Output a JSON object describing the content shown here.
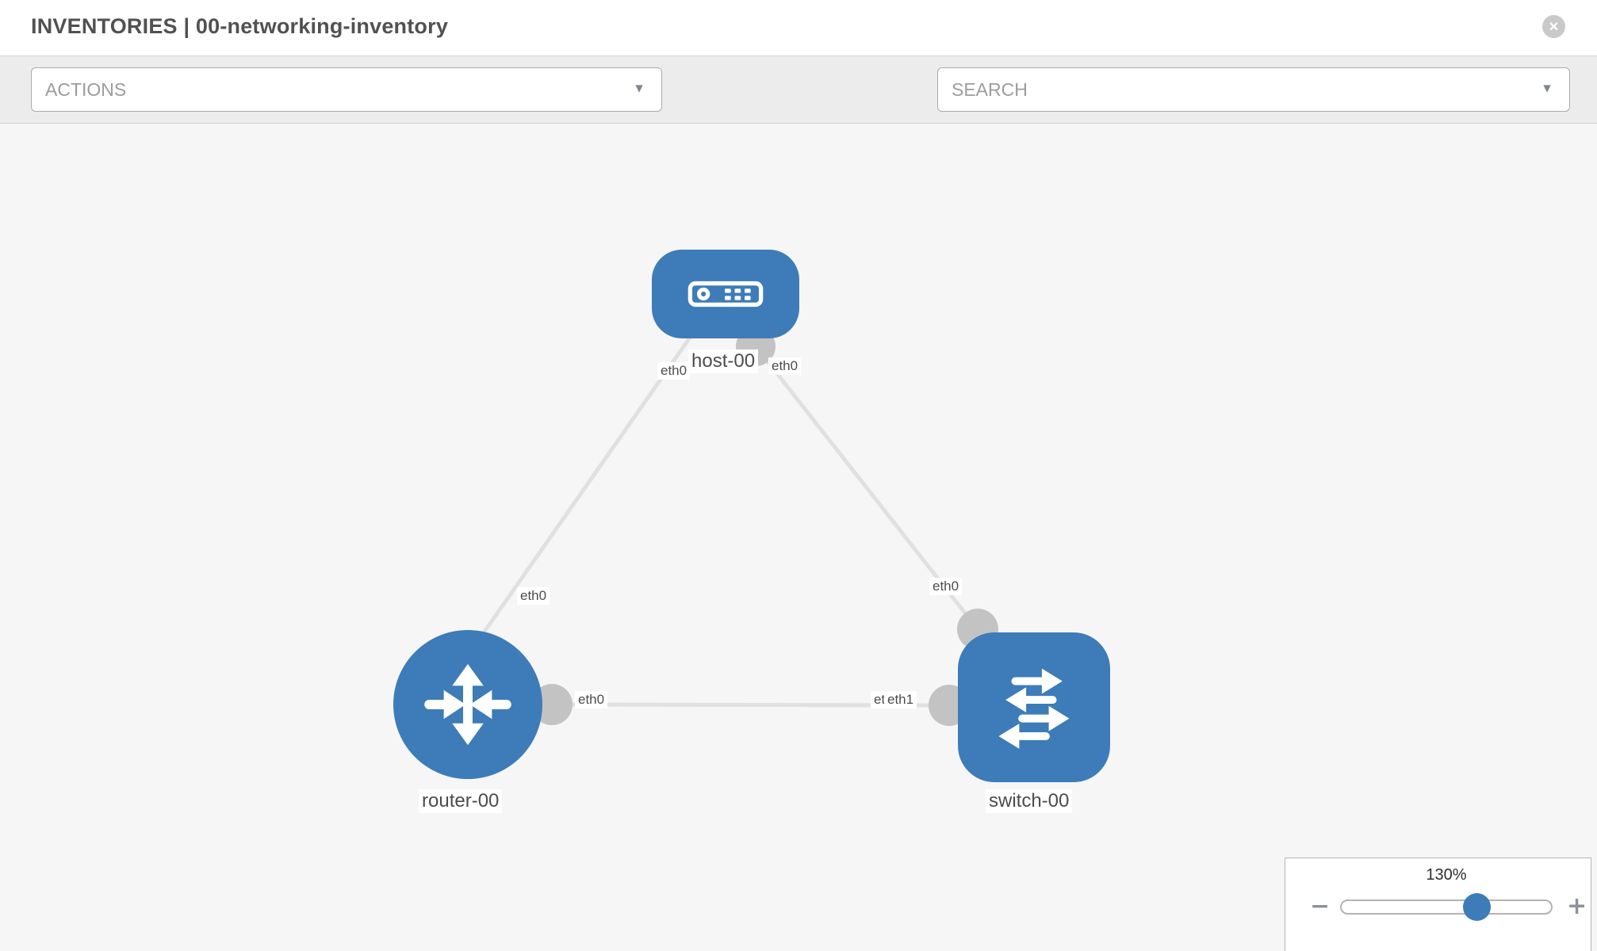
{
  "header": {
    "title": "INVENTORIES | 00-networking-inventory"
  },
  "toolbar": {
    "actions_label": "ACTIONS",
    "search_placeholder": "SEARCH"
  },
  "icons": {
    "close": "✕",
    "caret_down": "▼",
    "wrench": "wrench-icon",
    "key": "key-icon",
    "minus": "−",
    "plus": "+"
  },
  "colors": {
    "node_blue": "#3d7cb8",
    "port_gray": "#c3c3c3",
    "link_gray": "#e0e0e0",
    "canvas_bg": "#f6f6f6",
    "toolbar_bg": "#ececec"
  },
  "topology": {
    "nodes": [
      {
        "id": "host-00",
        "type": "host",
        "label": "host-00"
      },
      {
        "id": "router-00",
        "type": "router",
        "label": "router-00"
      },
      {
        "id": "switch-00",
        "type": "switch",
        "label": "switch-00"
      }
    ],
    "links": [
      {
        "from": "host-00",
        "to": "router-00",
        "from_interface": "eth0",
        "to_interface": "eth0"
      },
      {
        "from": "host-00",
        "to": "switch-00",
        "from_interface": "eth0",
        "to_interface": "eth0"
      },
      {
        "from": "router-00",
        "to": "switch-00",
        "from_interface": "eth0",
        "to_interface": "eth1"
      }
    ],
    "interface_labels": {
      "host_to_router_host_end": "eth0",
      "host_to_router_router_end": "eth0",
      "host_to_switch_host_end": "eth0",
      "host_to_switch_switch_end": "eth0",
      "router_to_switch_router_end": "eth0",
      "router_to_switch_switch_end_back": "eth0",
      "router_to_switch_switch_end_front": "eth1"
    }
  },
  "zoom_control": {
    "level": "130%"
  }
}
